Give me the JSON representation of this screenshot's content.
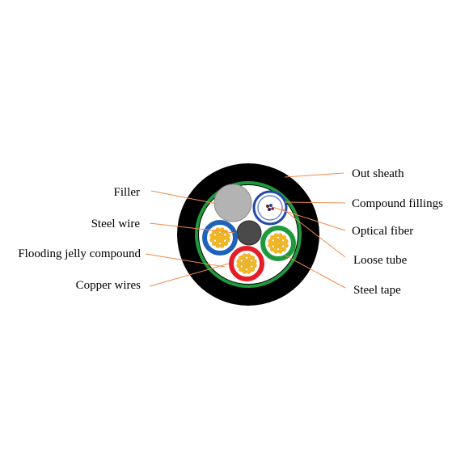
{
  "colors": {
    "sheath": "#000000",
    "steel_tape": "#1e9a3c",
    "core": "#ffffff",
    "filler": "#b3b3b3",
    "steel_wire": "#4a4a4a",
    "tube_blue": "#1f63b8",
    "tube_green": "#1e9a3c",
    "tube_red": "#e41e26",
    "copper": "#f5b81c",
    "loose_tube": "#2548a8",
    "leader_line": "#f08a4b"
  },
  "labels_left": {
    "filler": "Filler",
    "steel_wire": "Steel wire",
    "flooding_jelly": "Flooding jelly compound",
    "copper_wires": "Copper wires"
  },
  "labels_right": {
    "out_sheath": "Out sheath",
    "compound_fillings": "Compound fillings",
    "optical_fiber": "Optical fiber",
    "loose_tube": "Loose tube",
    "steel_tape": "Steel tape"
  }
}
